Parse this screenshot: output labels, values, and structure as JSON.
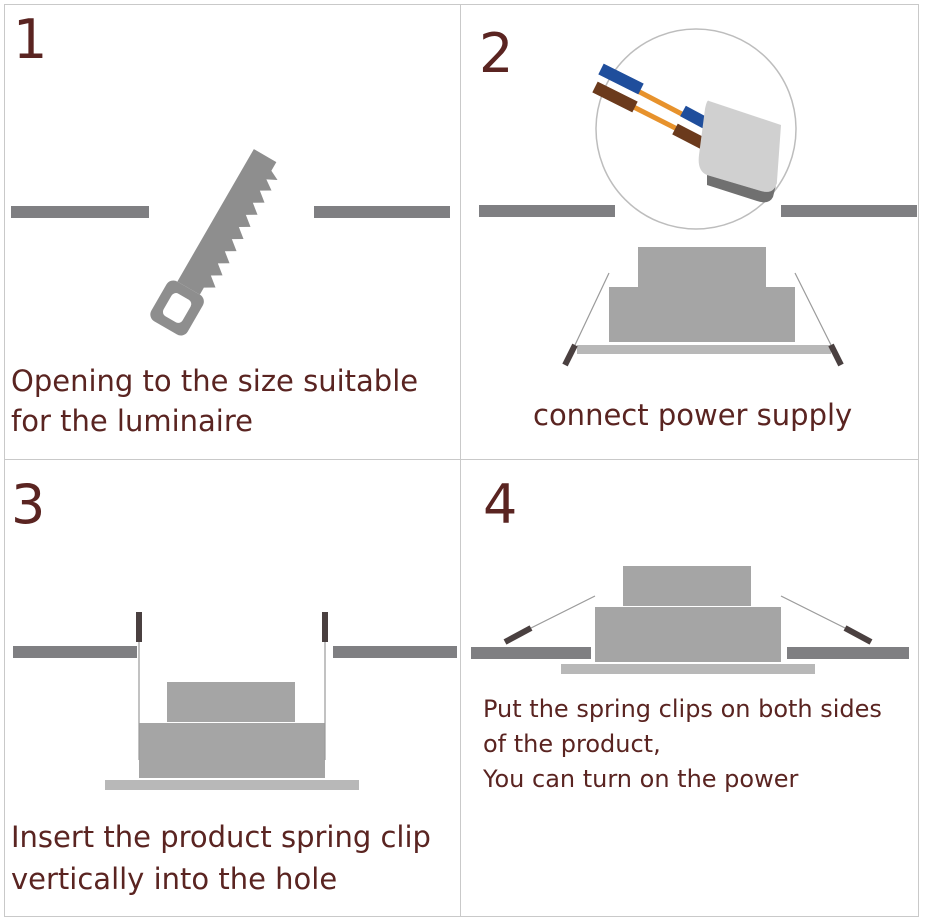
{
  "steps": [
    {
      "number": "1",
      "caption": [
        "Opening to the size suitable",
        "for the luminaire"
      ]
    },
    {
      "number": "2",
      "caption": [
        "connect power supply"
      ]
    },
    {
      "number": "3",
      "caption": [
        "Insert the product spring clip",
        "vertically into the hole"
      ]
    },
    {
      "number": "4",
      "caption": [
        "Put the spring clips on both sides",
        "of the product,",
        "You can turn on the power"
      ]
    }
  ],
  "colors": {
    "text": "#5a2421",
    "ceiling": "#7f7f82",
    "product": "#a5a5a5",
    "wire_blue": "#1f4e9c",
    "wire_brown": "#6b3a1c",
    "wire_orange": "#e7922c"
  },
  "icons": [
    "saw-icon",
    "wire-connector-icon",
    "downlight-icon",
    "spring-clip-icon"
  ]
}
